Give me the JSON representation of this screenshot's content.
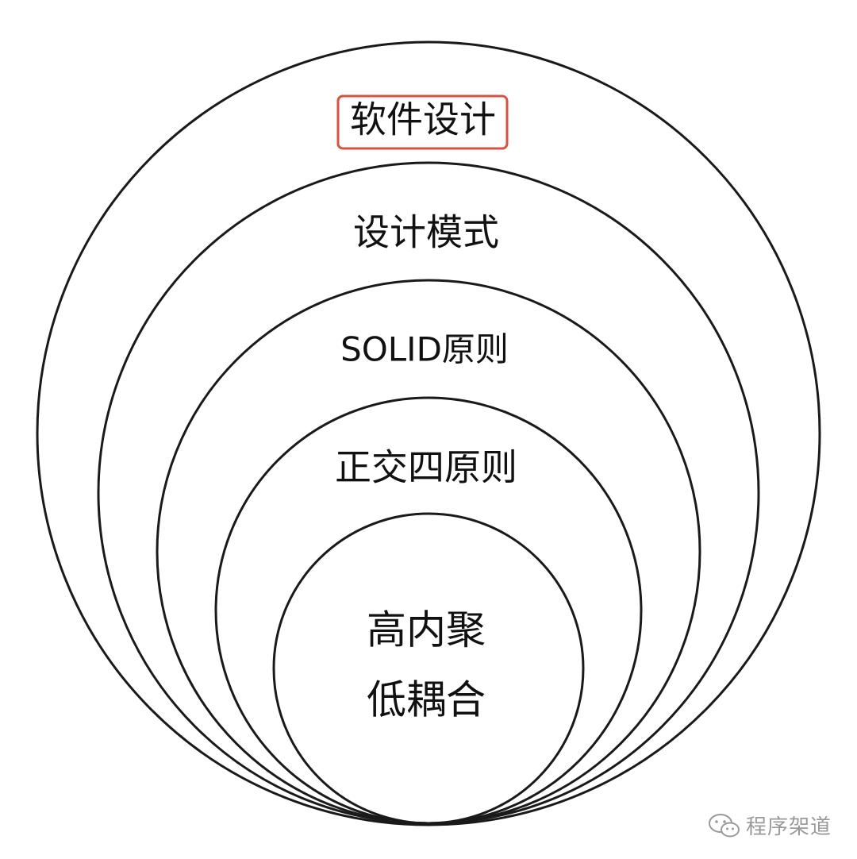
{
  "layers": {
    "outermost": "软件设计",
    "second": "设计模式",
    "third": "SOLID原则",
    "fourth": "正交四原则",
    "core_line1": "高内聚",
    "core_line2": "低耦合"
  },
  "highlight_color": "#d9513f",
  "watermark": {
    "icon": "wechat-icon",
    "text": "程序架道"
  }
}
